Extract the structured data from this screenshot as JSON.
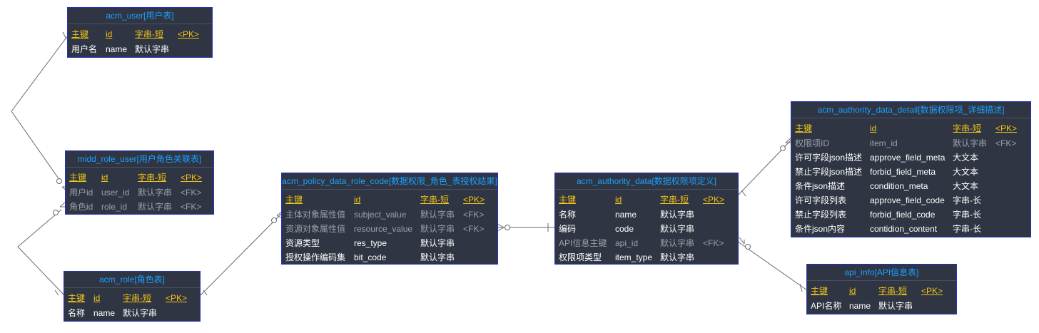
{
  "entities": {
    "acm_user": {
      "title": "acm_user[用户表]",
      "header": [
        "主键",
        "id",
        "字串-短",
        "<PK>"
      ],
      "rows": [
        [
          "用户名",
          "name",
          "默认字串",
          ""
        ]
      ]
    },
    "midd_role_user": {
      "title": "midd_role_user[用户角色关联表]",
      "header": [
        "主键",
        "id",
        "字串-短",
        "<PK>"
      ],
      "rows": [
        [
          "用户id",
          "user_id",
          "默认字串",
          "<FK>"
        ],
        [
          "角色id",
          "role_id",
          "默认字串",
          "<FK>"
        ]
      ]
    },
    "acm_role": {
      "title": "acm_role[角色表]",
      "header": [
        "主键",
        "id",
        "字串-短",
        "<PK>"
      ],
      "rows": [
        [
          "名称",
          "name",
          "默认字串",
          ""
        ]
      ]
    },
    "acm_policy": {
      "title": "acm_policy_data_role_code[数据权限_角色_表授权结果]",
      "header": [
        "主键",
        "id",
        "字串-短",
        "<PK>"
      ],
      "rows": [
        [
          "主体对象属性值",
          "subject_value",
          "默认字串",
          "<FK>"
        ],
        [
          "资源对象属性值",
          "resource_value",
          "默认字串",
          "<FK>"
        ],
        [
          "资源类型",
          "res_type",
          "默认字串",
          ""
        ],
        [
          "授权操作编码集",
          "bit_code",
          "默认字串",
          ""
        ]
      ]
    },
    "acm_authority_data": {
      "title": "acm_authority_data[数据权限项定义]",
      "header": [
        "主键",
        "id",
        "字串-短",
        "<PK>"
      ],
      "rows": [
        [
          "名称",
          "name",
          "默认字串",
          ""
        ],
        [
          "编码",
          "code",
          "默认字串",
          ""
        ],
        [
          "API信息主键",
          "api_id",
          "默认字串",
          "<FK>"
        ],
        [
          "权限项类型",
          "item_type",
          "默认字串",
          ""
        ]
      ]
    },
    "acm_authority_data_detail": {
      "title": "acm_authority_data_detail[数据权限项_详细描述]",
      "header": [
        "主键",
        "id",
        "字串-短",
        "<PK>"
      ],
      "rows": [
        [
          "权限项ID",
          "item_id",
          "默认字串",
          "<FK>"
        ],
        [
          "许可字段json描述",
          "approve_field_meta",
          "大文本",
          ""
        ],
        [
          "禁止字段json描述",
          "forbid_field_meta",
          "大文本",
          ""
        ],
        [
          "条件json描述",
          "condition_meta",
          "大文本",
          ""
        ],
        [
          "许可字段列表",
          "approve_field_code",
          "字串-长",
          ""
        ],
        [
          "禁止字段列表",
          "forbid_field_code",
          "字串-长",
          ""
        ],
        [
          "条件json内容",
          "contidion_content",
          "字串-长",
          ""
        ]
      ]
    },
    "api_info": {
      "title": "api_info[API信息表]",
      "header": [
        "主键",
        "id",
        "字串-短",
        "<PK>"
      ],
      "rows": [
        [
          "API名称",
          "name",
          "默认字串",
          ""
        ]
      ]
    }
  },
  "colors": {
    "entity_bg": "#2f3542",
    "entity_border": "#2330c8",
    "title_text": "#1aa0ff",
    "key_text": "#f0c419",
    "fk_text": "#9aa0ab",
    "normal_text": "#ffffff",
    "connector": "#555555"
  }
}
